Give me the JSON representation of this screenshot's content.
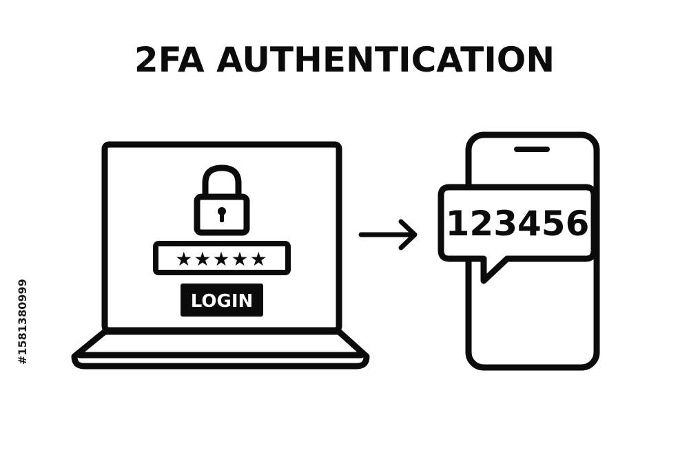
{
  "title": "2FA AUTHENTICATION",
  "laptop": {
    "password_mask": "★★★★★",
    "login_label": "LOGIN"
  },
  "phone": {
    "code": "123456"
  },
  "side_id": "#1581380999",
  "icons": [
    "laptop-icon",
    "padlock-icon",
    "arrow-right-icon",
    "smartphone-icon",
    "message-bubble-icon"
  ],
  "colors": {
    "ink": "#0b0b0b",
    "background": "#ffffff"
  }
}
